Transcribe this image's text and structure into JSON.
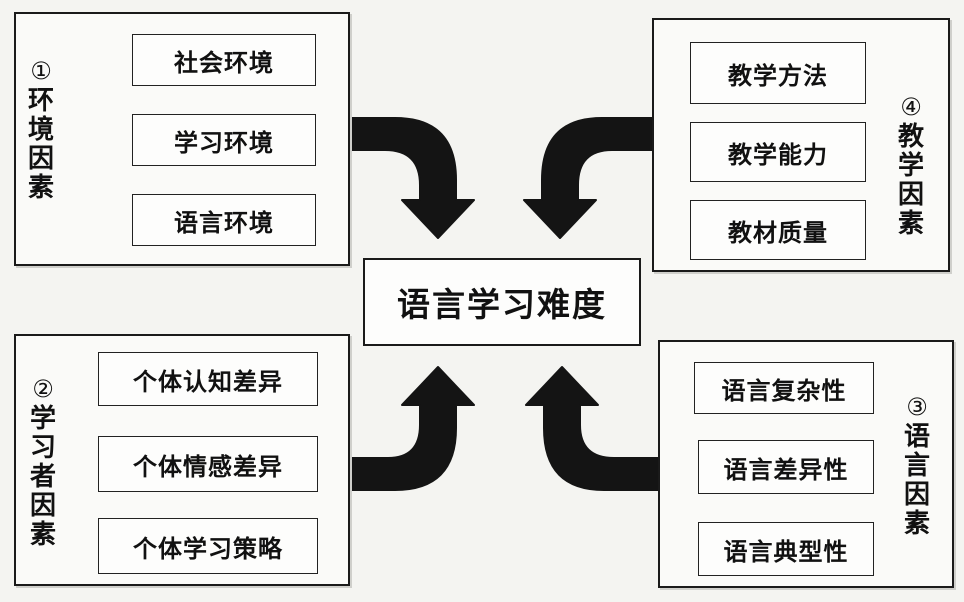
{
  "center": {
    "title": "语言学习难度"
  },
  "groups": {
    "environment": {
      "number": "①",
      "label": [
        "环",
        "境",
        "因",
        "素"
      ],
      "items": [
        "社会环境",
        "学习环境",
        "语言环境"
      ]
    },
    "learner": {
      "number": "②",
      "label": [
        "学",
        "习",
        "者",
        "因",
        "素"
      ],
      "items": [
        "个体认知差异",
        "个体情感差异",
        "个体学习策略"
      ]
    },
    "language": {
      "number": "③",
      "label": [
        "语",
        "言",
        "因",
        "素"
      ],
      "items": [
        "语言复杂性",
        "语言差异性",
        "语言典型性"
      ]
    },
    "teaching": {
      "number": "④",
      "label": [
        "教",
        "学",
        "因",
        "素"
      ],
      "items": [
        "教学方法",
        "教学能力",
        "教材质量"
      ]
    }
  },
  "colors": {
    "arrow": "#141414",
    "border": "#1a1a1a",
    "background": "#f4f4f1"
  }
}
